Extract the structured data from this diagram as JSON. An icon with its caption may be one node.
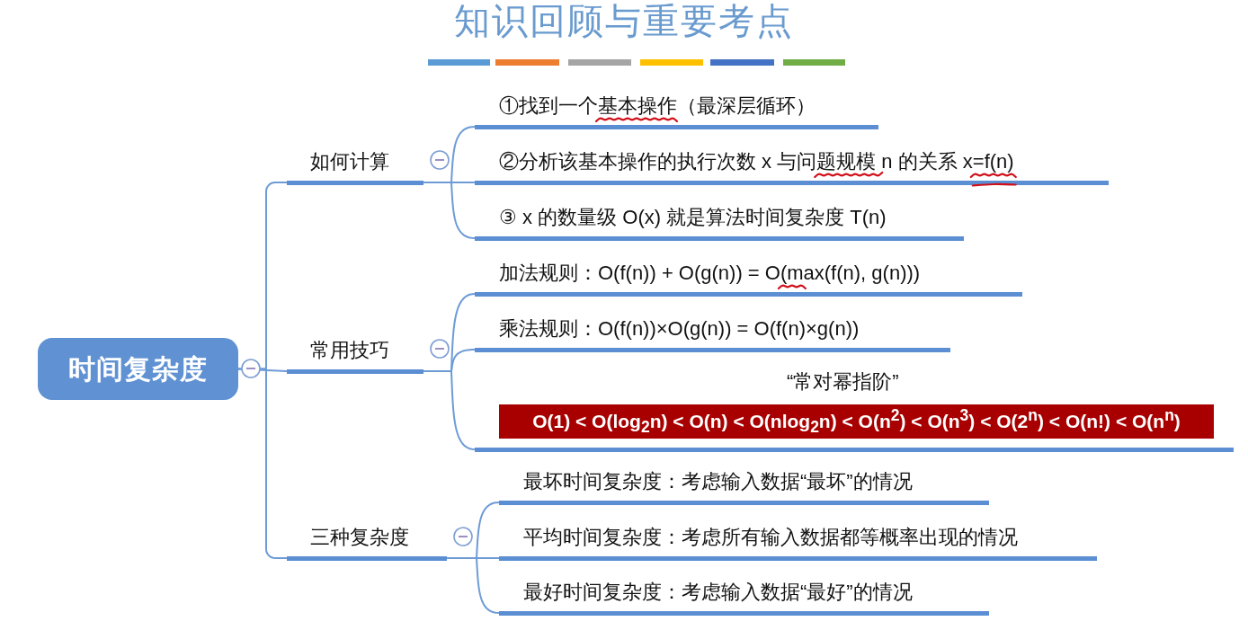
{
  "diagram": {
    "title": "知识回顾与重要考点",
    "nodes": [
      {
        "text": [
          "时间复杂度"
        ]
      },
      {
        "text": [
          "如何计算"
        ]
      },
      {
        "text": [
          "①找到一个基本操作（最深层循环）"
        ]
      },
      {
        "text": [
          "②分析该基本操作的执行次数 x 与问题规模 n 的关系 x=f(n)"
        ]
      },
      {
        "text": [
          "③ x 的数量级 O(x) 就是算法时间复杂度 T(n)"
        ]
      },
      {
        "text": [
          "常用技巧"
        ]
      },
      {
        "text": [
          "加法规则：O(f(n)) + O(g(n)) = O(max(f(n), g(n)))"
        ]
      },
      {
        "text": [
          "乘法规则：O(f(n))×O(g(n)) = O(f(n)×g(n))"
        ]
      },
      {
        "text": [
          "“常对幂指阶”"
        ]
      },
      {
        "text": [
          "O(1) < O(log$_{2}$n) < O(n) < O(nlog$_{2}$n) < O(n$^{2}$) < O(n$^{3}$) < O(2$^{n}$) < O(n!) < O(n$^{n}$)"
        ],
        "in": 8
      },
      {
        "text": [
          "三种复杂度"
        ]
      },
      {
        "text": [
          "最坏时间复杂度：考虑输入数据“最坏”的情况"
        ]
      },
      {
        "text": [
          "平均时间复杂度：考虑所有输入数据都等概率出现的情况"
        ]
      },
      {
        "text": [
          "最好时间复杂度：考虑输入数据“最好”的情况"
        ]
      }
    ],
    "edges": [
      {
        "from": 0,
        "to": 1,
        "arrow": "none"
      },
      {
        "from": 0,
        "to": 5,
        "arrow": "none"
      },
      {
        "from": 0,
        "to": 10,
        "arrow": "none"
      },
      {
        "from": 1,
        "to": 2,
        "arrow": "none"
      },
      {
        "from": 1,
        "to": 3,
        "arrow": "none"
      },
      {
        "from": 1,
        "to": 4,
        "arrow": "none"
      },
      {
        "from": 5,
        "to": 6,
        "arrow": "none"
      },
      {
        "from": 5,
        "to": 7,
        "arrow": "none"
      },
      {
        "from": 5,
        "to": 8,
        "arrow": "none"
      },
      {
        "from": 10,
        "to": 11,
        "arrow": "none"
      },
      {
        "from": 10,
        "to": 12,
        "arrow": "none"
      },
      {
        "from": 10,
        "to": 13,
        "arrow": "none"
      }
    ]
  }
}
